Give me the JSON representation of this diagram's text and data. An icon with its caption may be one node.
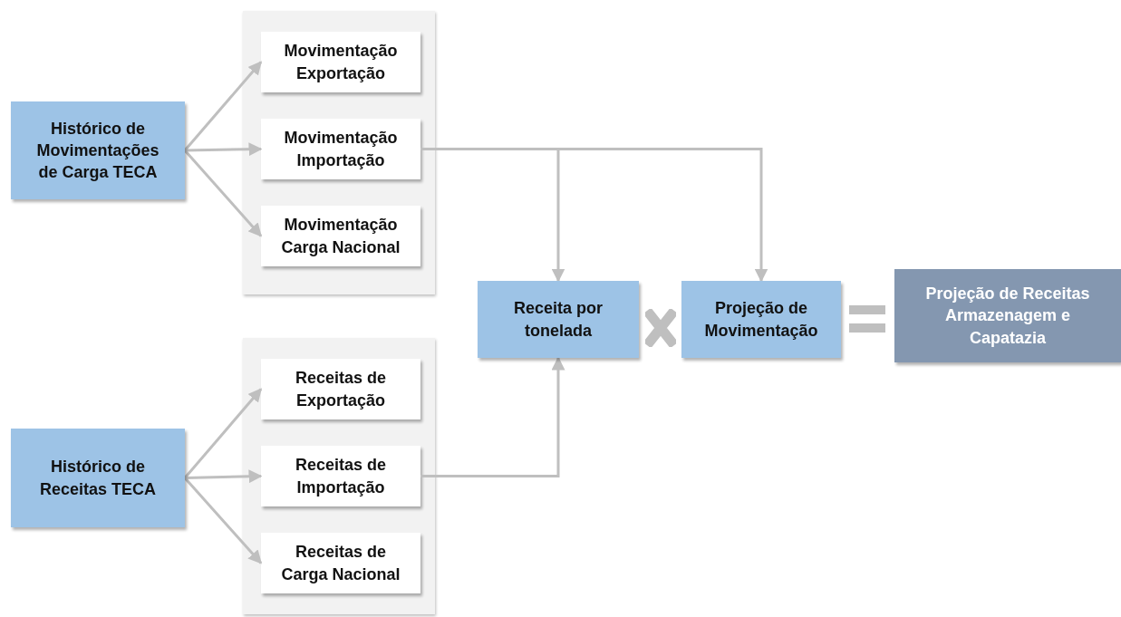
{
  "diagram": {
    "nodes": [
      {
        "text": [
          "Histórico de Movimentações de Carga TECA"
        ]
      },
      {
        "text": [],
        "shape": "box"
      },
      {
        "text": [
          "Movimentação Exportação"
        ],
        "in": 1
      },
      {
        "text": [
          "Movimentação Importação"
        ],
        "in": 1
      },
      {
        "text": [
          "Movimentação Carga Nacional"
        ],
        "in": 1
      },
      {
        "text": [
          "Histórico de Receitas TECA"
        ]
      },
      {
        "text": [],
        "shape": "box"
      },
      {
        "text": [
          "Receitas de Exportação"
        ],
        "in": 6
      },
      {
        "text": [
          "Receitas de Importação"
        ],
        "in": 6
      },
      {
        "text": [
          "Receitas de Carga Nacional"
        ],
        "in": 6
      },
      {
        "text": [
          "Receita por tonelada"
        ]
      },
      {
        "text": [
          "Projeção de Movimentação"
        ]
      },
      {
        "text": [
          "Projeção de Receitas Armazenagem e Capatazia"
        ]
      }
    ],
    "edges": [
      {
        "from": 0,
        "to": 2,
        "arrow": "to"
      },
      {
        "from": 0,
        "to": 3,
        "arrow": "to"
      },
      {
        "from": 0,
        "to": 4,
        "arrow": "to"
      },
      {
        "from": 5,
        "to": 7,
        "arrow": "to"
      },
      {
        "from": 5,
        "to": 8,
        "arrow": "to"
      },
      {
        "from": 5,
        "to": 9,
        "arrow": "to"
      },
      {
        "from": 3,
        "to": 10,
        "arrow": "to"
      },
      {
        "from": 3,
        "to": 11,
        "arrow": "to"
      },
      {
        "from": 8,
        "to": 10,
        "arrow": "to"
      }
    ]
  }
}
